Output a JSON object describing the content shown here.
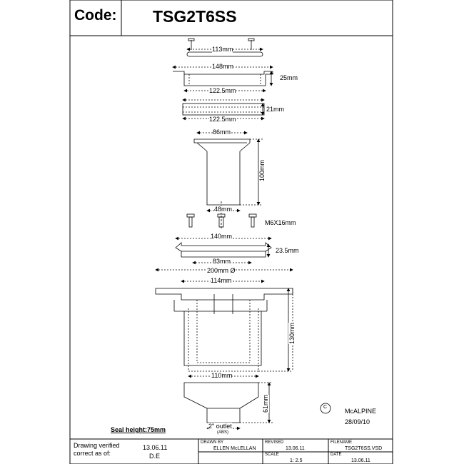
{
  "header": {
    "code_label": "Code:",
    "code_value": "TSG2T6SS"
  },
  "dimensions": {
    "d113": "113mm",
    "d148": "148mm",
    "d25": "25mm",
    "d1225a": "122.5mm",
    "d21": "21mm",
    "d1225b": "122.5mm",
    "d86": "86mm",
    "d100": "100mm",
    "d48": "48mm",
    "screw": "M6X16mm",
    "d140": "140mm",
    "d235": "23.5mm",
    "d83": "83mm",
    "d200": "200mm Ø",
    "d114": "114mm",
    "d130": "130mm",
    "d110": "110mm",
    "d61": "61mm",
    "outlet": "2\" outlet",
    "outlet_note": "(ABS)"
  },
  "notes": {
    "seal_height": "Seal height:75mm",
    "copyright_symbol": "C",
    "company": "McALPINE",
    "company_date": "28/09/10"
  },
  "title_block": {
    "verified_label_1": "Drawing verified",
    "verified_label_2": "correct as of:",
    "verified_date": "13.06.11",
    "verified_by": "D.E",
    "drawn_by_label": "DRAWN BY",
    "drawn_by": "ELLEN McLELLAN",
    "revised_label": "REVISED",
    "revised": "13.06.11",
    "filename_label": "FILENAME",
    "filename": "TSG2T6SS.VSD",
    "scale_label": "SCALE",
    "scale": "1: 2.5",
    "date_label": "DATE",
    "date": "13.06.11"
  }
}
